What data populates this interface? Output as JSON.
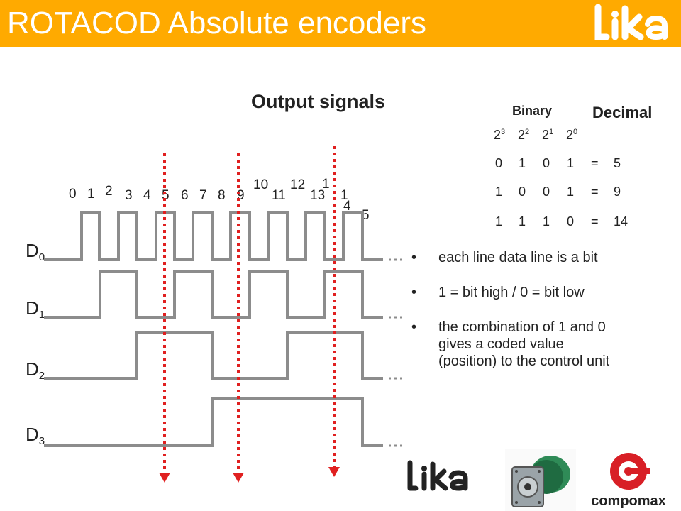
{
  "header": {
    "title": "ROTACOD Absolute encoders",
    "brand_logo": "lika",
    "color": "#ffaa00"
  },
  "subtitle": "Output signals",
  "signals": [
    {
      "name": "D",
      "sub": "0"
    },
    {
      "name": "D",
      "sub": "1"
    },
    {
      "name": "D",
      "sub": "2"
    },
    {
      "name": "D",
      "sub": "3"
    }
  ],
  "step_labels": [
    "0",
    "1",
    "2",
    "3",
    "4",
    "5",
    "6",
    "7",
    "8",
    "9",
    "10",
    "11",
    "12",
    "13",
    "1",
    "1",
    "4",
    "5"
  ],
  "table": {
    "binary_label": "Binary",
    "decimal_label": "Decimal",
    "powers": [
      {
        "base": "2",
        "exp": "3"
      },
      {
        "base": "2",
        "exp": "2"
      },
      {
        "base": "2",
        "exp": "1"
      },
      {
        "base": "2",
        "exp": "0"
      }
    ],
    "rows": [
      {
        "bits": [
          "0",
          "1",
          "0",
          "1"
        ],
        "eq": "=",
        "dec": "5"
      },
      {
        "bits": [
          "1",
          "0",
          "0",
          "1"
        ],
        "eq": "=",
        "dec": "9"
      },
      {
        "bits": [
          "1",
          "1",
          "1",
          "0"
        ],
        "eq": "=",
        "dec": "14"
      }
    ]
  },
  "bullets": [
    "each line data line is a bit",
    "1 = bit high / 0 = bit low",
    "the combination of 1 and 0",
    "gives a coded value",
    "(position)  to the control unit"
  ],
  "bullet_char": "•",
  "footer_logos": [
    "lika",
    "encoder-photo",
    "compomax"
  ],
  "colors": {
    "trace": "#8c8c8c",
    "marker": "#e02020",
    "accent": "#ffaa00"
  }
}
